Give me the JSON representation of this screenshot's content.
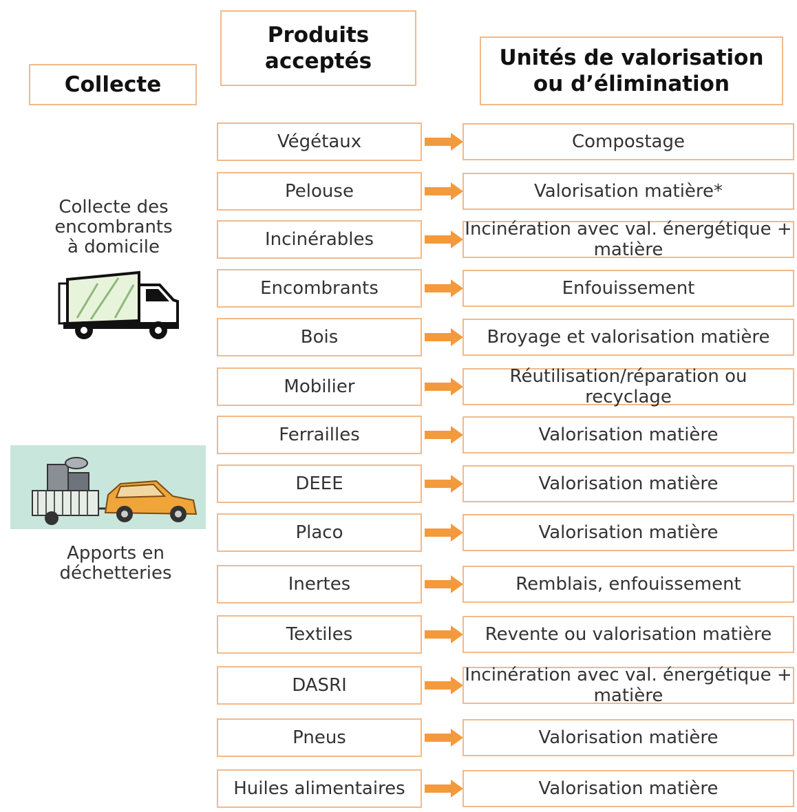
{
  "headers": {
    "collecte": "Collecte",
    "produits": "Produits acceptés",
    "unites": "Unités de valorisation ou d’élimination"
  },
  "collection_modes": {
    "domicile": "Collecte des encombrants à domicile",
    "dechetteries": "Apports en déchetteries"
  },
  "arrow_color": "#f39a3d",
  "border_color": "#f2b98a",
  "flows": [
    {
      "product": "Végétaux",
      "unit": "Compostage"
    },
    {
      "product": "Pelouse",
      "unit": "Valorisation matière*"
    },
    {
      "product": "Incinérables",
      "unit": "Incinération avec val. énergétique + matière"
    },
    {
      "product": "Encombrants",
      "unit": "Enfouissement"
    },
    {
      "product": "Bois",
      "unit": "Broyage et valorisation matière"
    },
    {
      "product": "Mobilier",
      "unit": "Réutilisation/réparation ou recyclage"
    },
    {
      "product": "Ferrailles",
      "unit": "Valorisation matière"
    },
    {
      "product": "DEEE",
      "unit": "Valorisation matière"
    },
    {
      "product": "Placo",
      "unit": "Valorisation matière"
    },
    {
      "product": "Inertes",
      "unit": "Remblais, enfouissement"
    },
    {
      "product": "Textiles",
      "unit": "Revente ou valorisation matière"
    },
    {
      "product": "DASRI",
      "unit": "Incinération avec val. énergétique + matière"
    },
    {
      "product": "Pneus",
      "unit": "Valorisation matière"
    },
    {
      "product": "Huiles alimentaires",
      "unit": "Valorisation matière"
    }
  ]
}
